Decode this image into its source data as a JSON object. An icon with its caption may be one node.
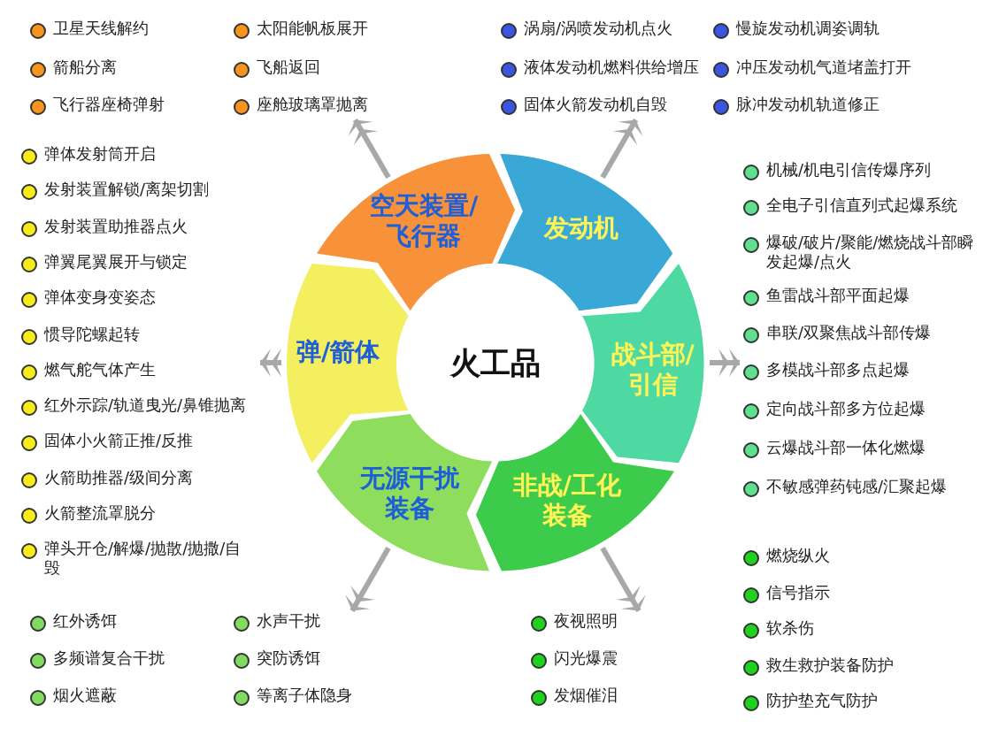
{
  "diagram": {
    "nodes": [
      {
        "text": [
          "火工品"
        ]
      },
      {
        "text": [
          "空天装置/飞行器"
        ]
      },
      {
        "text": [
          "发动机"
        ]
      },
      {
        "text": [
          "战斗部/引信"
        ]
      },
      {
        "text": [
          "非战/工化装备"
        ]
      },
      {
        "text": [
          "无源干扰装备"
        ]
      },
      {
        "text": [
          "弹/箭体"
        ]
      },
      {
        "text": [
          "卫星天线解约",
          "箭船分离",
          "飞行器座椅弹射",
          "太阳能帆板展开",
          "飞船返回",
          "座舱玻璃罩抛离"
        ]
      },
      {
        "text": [
          "涡扇/涡喷发动机点火",
          "液体发动机燃料供给增压",
          "固体火箭发动机自毁",
          "慢旋发动机调姿调轨",
          "冲压发动机气道堵盖打开",
          "脉冲发动机轨道修正"
        ]
      },
      {
        "text": [
          "机械/机电引信传爆序列",
          "全电子引信直列式起爆系统",
          "爆破/破片/聚能/燃烧战斗部瞬发起爆/点火",
          "鱼雷战斗部平面起爆",
          "串联/双聚焦战斗部传爆",
          "多模战斗部多点起爆",
          "定向战斗部多方位起爆",
          "云爆战斗部一体化燃爆",
          "不敏感弹药钝感/汇聚起爆"
        ]
      },
      {
        "text": [
          "夜视照明",
          "闪光爆震",
          "发烟催泪"
        ]
      },
      {
        "text": [
          "燃烧纵火",
          "信号指示",
          "软杀伤",
          "救生救护装备防护",
          "防护垫充气防护"
        ]
      },
      {
        "text": [
          "红外诱饵",
          "多频谱复合干扰",
          "烟火遮蔽",
          "水声干扰",
          "突防诱饵",
          "等离子体隐身"
        ]
      },
      {
        "text": [
          "弹体发射筒开启",
          "发射装置解锁/离架切割",
          "发射装置助推器点火",
          "弹翼尾翼展开与锁定",
          "弹体变身变姿态",
          "惯导陀螺起转",
          "燃气舵气体产生",
          "红外示踪/轨道曳光/鼻锥抛离",
          "固体小火箭正推/反推",
          "火箭助推器/级间分离",
          "火箭整流罩脱分",
          "弹头开仓/解爆/抛散/抛撒/自毁"
        ]
      }
    ],
    "edges": [
      {
        "from": 1,
        "to": 7,
        "arrow": "to"
      },
      {
        "from": 2,
        "to": 8,
        "arrow": "to"
      },
      {
        "from": 3,
        "to": 9,
        "arrow": "to"
      },
      {
        "from": 4,
        "to": 10,
        "arrow": "to"
      },
      {
        "from": 5,
        "to": 12,
        "arrow": "to"
      },
      {
        "from": 6,
        "to": 13,
        "arrow": "to"
      }
    ]
  }
}
